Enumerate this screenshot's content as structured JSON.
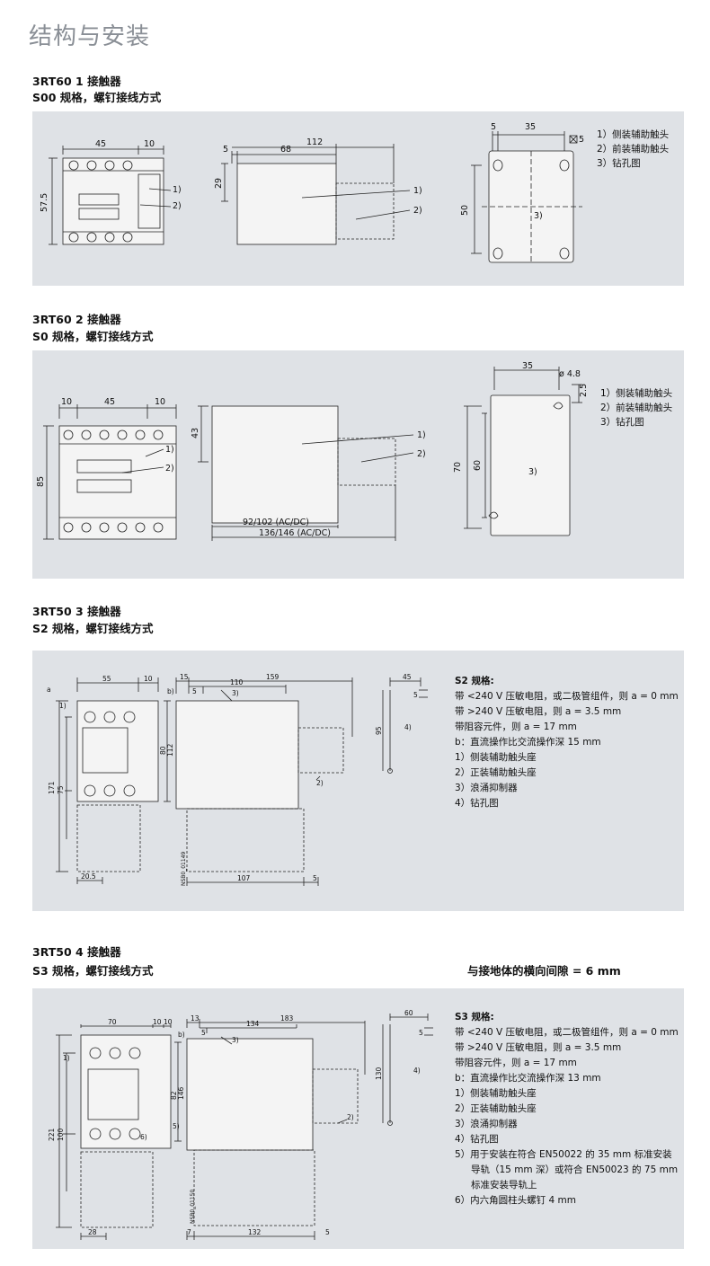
{
  "page": {
    "title": "结构与安装"
  },
  "sections": [
    {
      "title": "3RT60 1 接触器",
      "subtitle": "S00 规格，螺钉接线方式",
      "dims": {
        "front_w": "45",
        "front_side": "10",
        "front_h": "57.5",
        "side_total": "112",
        "side_inner": "68",
        "side_gap": "5",
        "side_h": "29",
        "drill_gap": "5",
        "drill_w": "35",
        "drill_h": "50",
        "drill_side": "5"
      },
      "callouts": {
        "c1": "1)",
        "c2": "2)",
        "c3": "3)"
      },
      "legend": [
        "1）侧装辅助触头",
        "2）前装辅助触头",
        "3）钻孔图"
      ]
    },
    {
      "title": "3RT60 2 接触器",
      "subtitle": "S0 规格，螺钉接线方式",
      "dims": {
        "front_l": "10",
        "front_w": "45",
        "front_r": "10",
        "front_h": "85",
        "side_h": "43",
        "side_a": "92/102 (AC/DC)",
        "side_b": "136/146 (AC/DC)",
        "drill_w": "35",
        "drill_hole": "ø 4.8",
        "drill_top": "2.5",
        "drill_h": "70",
        "drill_h2": "60"
      },
      "callouts": {
        "c1": "1)",
        "c2": "2)",
        "c3": "3)"
      },
      "legend": [
        "1）侧装辅助触头",
        "2）前装辅助触头",
        "3）钻孔图"
      ]
    },
    {
      "title": "3RT50 3 接触器",
      "subtitle": "S2 规格，螺钉接线方式",
      "dims": {
        "a": "a",
        "w55": "55",
        "w10": "10",
        "h171": "171",
        "h75": "75",
        "h80": "80",
        "h112": "112",
        "w205": "20.5",
        "b": "b)",
        "d15": "15",
        "d5": "5",
        "d110": "110",
        "d159": "159",
        "d107": "107",
        "d5b": "5",
        "dr45": "45",
        "dr5": "5",
        "dr95": "95",
        "code": "NSB0_01149"
      },
      "callouts": {
        "c1": "1)",
        "c2": "2)",
        "c3": "3)",
        "c4": "4)"
      },
      "legend_title": "S2 规格:",
      "legend": [
        "带 <240 V 压敏电阻，或二极管组件，则 a = 0 mm",
        "带 >240 V 压敏电阻，则 a = 3.5 mm",
        "带阻容元件，则 a = 17 mm",
        "b：直流操作比交流操作深 15 mm",
        "1）侧装辅助触头座",
        "2）正装辅助触头座",
        "3）浪涌抑制器",
        "4）钻孔图"
      ]
    },
    {
      "title": "3RT50 4 接触器",
      "subtitle": "S3 规格，螺钉接线方式",
      "note": "与接地体的横向间隙 = 6 mm",
      "dims": {
        "w70": "70",
        "w10": "10",
        "w10b": "10",
        "h221": "221",
        "h100": "100",
        "h82": "82",
        "h146": "146",
        "w28": "28",
        "d13": "13",
        "d5": "5",
        "d134": "134",
        "d183": "183",
        "d7": "7",
        "d132": "132",
        "d5b": "5",
        "b": "b)",
        "dr60": "60",
        "dr5": "5",
        "dr130": "130",
        "code": "NSB0_01150"
      },
      "callouts": {
        "c1": "1)",
        "c2": "2)",
        "c3": "3)",
        "c4": "4)",
        "c5": "5)",
        "c6": "6)"
      },
      "legend_title": "S3 规格:",
      "legend": [
        "带 <240 V 压敏电阻，或二极管组件，则 a = 0 mm",
        "带 >240 V 压敏电阻，则 a = 3.5 mm",
        "带阻容元件，则 a = 17 mm",
        "b：直流操作比交流操作深 13 mm",
        "1）侧装辅助触头座",
        "2）正装辅助触头座",
        "3）浪涌抑制器",
        "4）钻孔图",
        "5）用于安装在符合 EN50022 的 35 mm 标准安装",
        "导轨（15 mm 深）或符合 EN50023 的 75 mm",
        "标准安装导轨上",
        "6）内六角圆柱头螺钉 4 mm"
      ]
    }
  ]
}
